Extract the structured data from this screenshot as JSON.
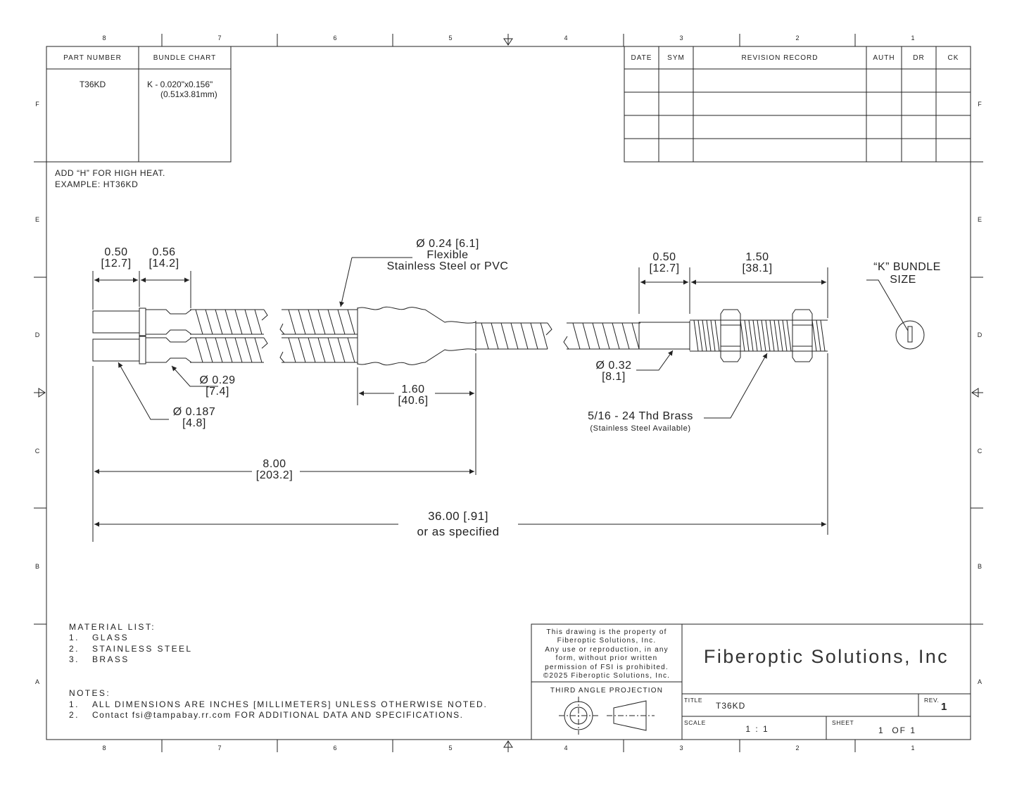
{
  "zones": {
    "columns": [
      "8",
      "7",
      "6",
      "5",
      "4",
      "3",
      "2",
      "1"
    ],
    "rows": [
      "F",
      "E",
      "D",
      "C",
      "B",
      "A"
    ]
  },
  "part_table": {
    "headers": [
      "PART NUMBER",
      "BUNDLE CHART"
    ],
    "part_number": "T36KD",
    "bundle_line1": "K - 0.020\"x0.156\"",
    "bundle_line2": "(0.51x3.81mm)"
  },
  "revision_table": {
    "headers": [
      "DATE",
      "SYM",
      "REVISION RECORD",
      "AUTH",
      "DR",
      "CK"
    ]
  },
  "high_heat_note": {
    "line1": "ADD “H” FOR HIGH HEAT.",
    "line2": "EXAMPLE: HT36KD"
  },
  "dimensions": {
    "d050_a": "0.50",
    "d050_a_mm": "[12.7]",
    "d056": "0.56",
    "d056_mm": "[14.2]",
    "sheath_l1": "Ø 0.24 [6.1]",
    "sheath_l2": "Flexible",
    "sheath_l3": "Stainless Steel or PVC",
    "d050_b": "0.50",
    "d050_b_mm": "[12.7]",
    "d150": "1.50",
    "d150_mm": "[38.1]",
    "bundle_l1": "“K” BUNDLE",
    "bundle_l2": "SIZE",
    "d029": "Ø 0.29",
    "d029_mm": "[7.4]",
    "d0187": "Ø 0.187",
    "d0187_mm": "[4.8]",
    "d032": "Ø 0.32",
    "d032_mm": "[8.1]",
    "d160": "1.60",
    "d160_mm": "[40.6]",
    "thread_l1": "5/16 - 24 Thd Brass",
    "thread_l2": "(Stainless Steel Available)",
    "d800": "8.00",
    "d800_mm": "[203.2]",
    "d3600": "36.00 [.91]",
    "d3600_sub": "or as specified"
  },
  "material_list": {
    "title": "MATERIAL LIST:",
    "items": [
      {
        "n": "1.",
        "text": "GLASS"
      },
      {
        "n": "2.",
        "text": "STAINLESS STEEL"
      },
      {
        "n": "3.",
        "text": "BRASS"
      }
    ]
  },
  "notes": {
    "title": "NOTES:",
    "items": [
      {
        "n": "1.",
        "text": "ALL DIMENSIONS ARE INCHES [MILLIMETERS] UNLESS OTHERWISE NOTED."
      },
      {
        "n": "2.",
        "text": "Contact fsi@tampabay.rr.com FOR ADDITIONAL DATA AND SPECIFICATIONS."
      }
    ]
  },
  "title_block": {
    "property_lines": [
      "This drawing is the property of",
      "Fiberoptic Solutions, Inc.",
      "Any use or reproduction, in any",
      "form, without prior written",
      "permission of FSI is prohibited.",
      "©2025 Fiberoptic Solutions, Inc."
    ],
    "projection_label": "THIRD ANGLE PROJECTION",
    "company": "Fiberoptic Solutions, Inc",
    "title_label": "TITLE",
    "title_value": "T36KD",
    "rev_label": "REV.",
    "rev_value": "1",
    "scale_label": "SCALE",
    "scale_value": "1 : 1",
    "sheet_label": "SHEET",
    "sheet_value": "1  OF 1"
  }
}
